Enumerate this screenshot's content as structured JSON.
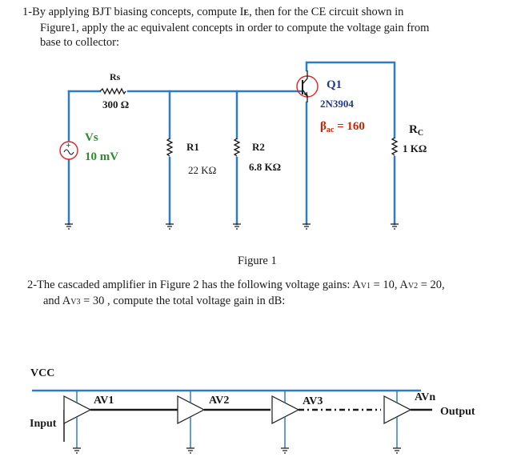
{
  "question1": {
    "line1": "1-By applying BJT biasing concepts, compute I",
    "ie_sub": "E",
    "line1_end": ", then for the CE circuit shown in",
    "line2": "Figure1, apply the ac equivalent concepts in order to compute the voltage gain from",
    "line3": "base to collector:"
  },
  "figure1": {
    "rs_label": "Rs",
    "rs_value": "300 Ω",
    "vs_label": "Vs",
    "vs_value": "10 mV",
    "r1_label": "R1",
    "r1_value": "22 KΩ",
    "r2_label": "R2",
    "r2_value": "6.8 KΩ",
    "q_label": "Q1",
    "q_part": "2N3904",
    "beta_label": "β",
    "beta_sub": "ac",
    "beta_value": " = 160",
    "rc_label": "R",
    "rc_sub": "C",
    "rc_value": "1 KΩ",
    "caption": "Figure 1"
  },
  "question2": {
    "line1": "2-The cascaded amplifier in Figure 2 has the following voltage gains: A",
    "v1": "V1",
    "eq1": " = 10, A",
    "v2": "V2",
    "eq2": " = 20,",
    "line2a": "and A",
    "v3": "V3",
    "line2b": " = 30 , compute the total voltage gain in dB:"
  },
  "figure2": {
    "vcc": "VCC",
    "input": "Input",
    "output": "Output",
    "amps": [
      "AV1",
      "AV2",
      "AV3",
      "AVn"
    ]
  },
  "colors": {
    "wire": "#2e7dc2",
    "text_blue": "#1f3a8a",
    "source_red": "#e02020",
    "transistor_circle": "#e02020",
    "amp_fill": "#ffffff"
  }
}
